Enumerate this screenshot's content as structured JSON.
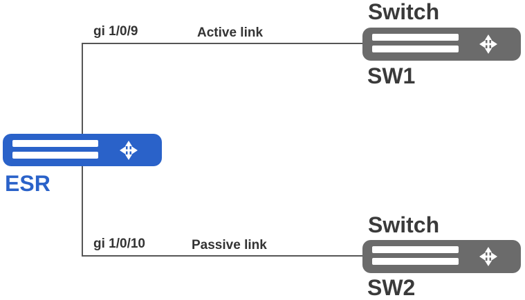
{
  "colors": {
    "esr": "#2a62c9",
    "switch": "#6b6b6b",
    "line": "#555555",
    "text": "#333333"
  },
  "icons": {
    "device_symbol": "four-arrows-icon"
  },
  "esr": {
    "label": "ESR"
  },
  "links": [
    {
      "port": "gi 1/0/9",
      "label": "Active link"
    },
    {
      "port": "gi 1/0/10",
      "label": "Passive link"
    }
  ],
  "switches": [
    {
      "type": "Switch",
      "name": "SW1"
    },
    {
      "type": "Switch",
      "name": "SW2"
    }
  ]
}
